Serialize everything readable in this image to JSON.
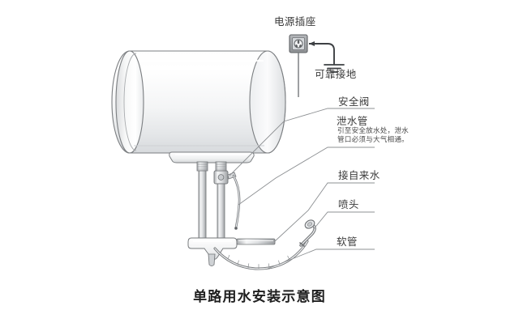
{
  "title": "单路用水安装示意图",
  "labels": {
    "socket": "电源插座",
    "ground": "可靠接地",
    "safety_valve": "安全阀",
    "drain_pipe": "泄水管",
    "drain_desc_line1": "引至安全放水处，泄水",
    "drain_desc_line2": "管口必须与大气相通。",
    "water_supply": "接自来水",
    "shower_head": "喷头",
    "hose": "软管"
  },
  "colors": {
    "background": "#ffffff",
    "outline": "#6e7174",
    "tank_light": "#ffffff",
    "tank_shade": "#e2e4e6",
    "pipe_light": "#f2f3f4",
    "pipe_shade": "#b9bcbf",
    "label_text": "#3a3a3a",
    "title_text": "#1e1e1e",
    "leader_line": "#8d9093",
    "socket_body": "#9a9da0",
    "wire": "#5f6265"
  },
  "components": {
    "tank": "horizontal-cylinder-water-heater",
    "socket": "power-outlet-square",
    "ground_symbol": "three-bar-earth-ground",
    "pipes": [
      "cold-inlet-pipe",
      "hot-outlet-pipe"
    ],
    "mixer": "mixing-valve-tee",
    "flexible_hose": "shower-hose",
    "shower_head": "handheld-shower-head"
  }
}
